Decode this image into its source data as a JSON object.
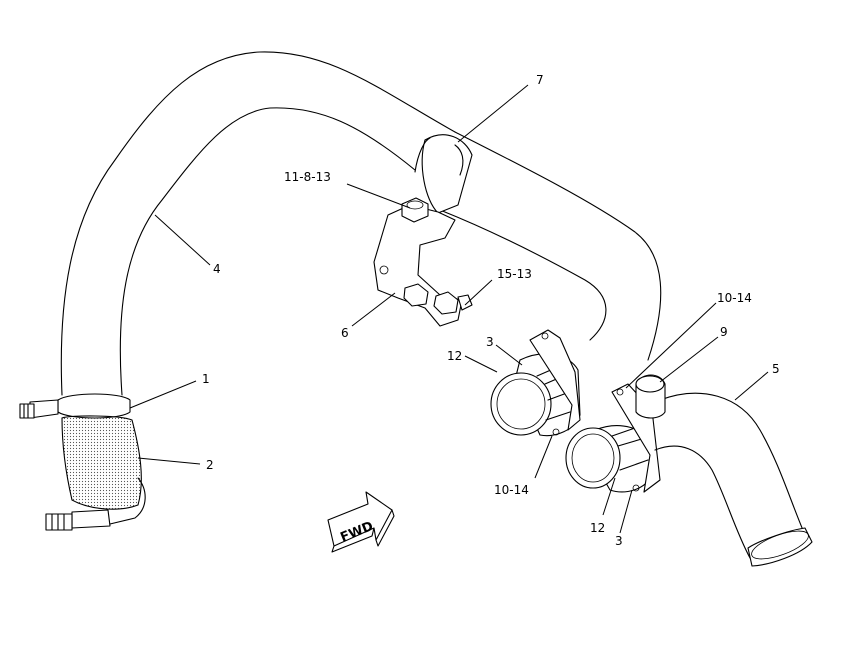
{
  "callouts": {
    "c1": "1",
    "c2": "2",
    "c3a": "3",
    "c3b": "3",
    "c4": "4",
    "c5": "5",
    "c6": "6",
    "c7": "7",
    "c9": "9",
    "c10_14a": "10-14",
    "c10_14b": "10-14",
    "c11_8_13": "11-8-13",
    "c12a": "12",
    "c12b": "12",
    "c15_13": "15-13"
  },
  "direction_marker": "FWD"
}
